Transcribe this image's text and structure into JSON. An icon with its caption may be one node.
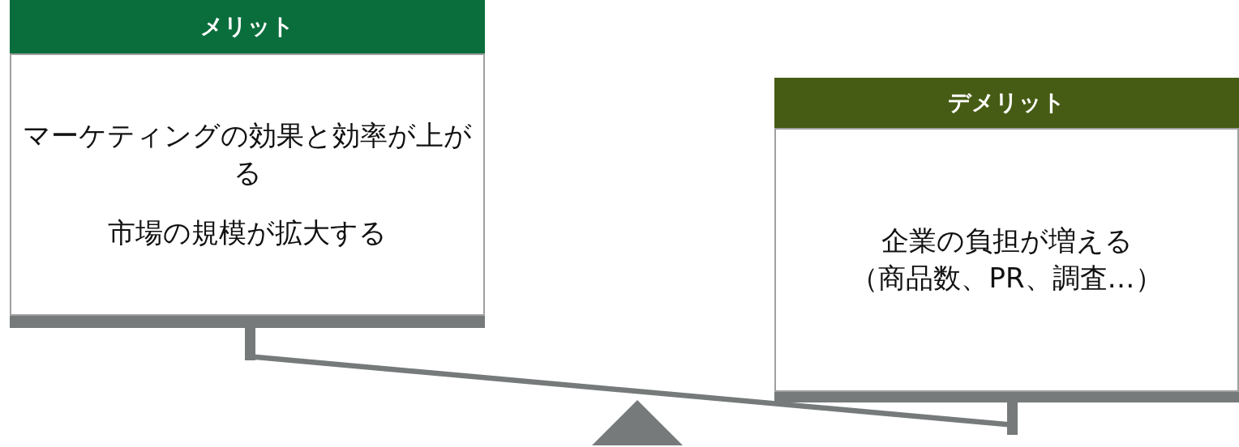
{
  "diagram": {
    "nodes": [
      {
        "text": [
          "メリット",
          "マーケティングの効果と効率が上がる",
          "市場の規模が拡大する"
        ]
      },
      {
        "text": [
          "デメリット",
          "企業の負担が増える",
          "（商品数、PR、調査…）"
        ]
      }
    ]
  }
}
